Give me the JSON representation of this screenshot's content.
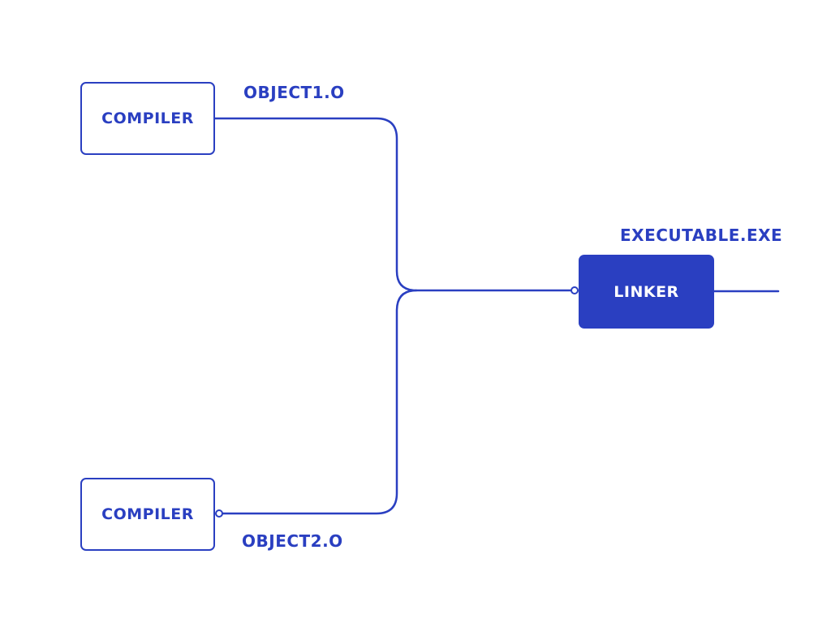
{
  "diagram": {
    "nodes": {
      "compiler_1": "COMPILER",
      "compiler_2": "COMPILER",
      "linker": "LINKER"
    },
    "edge_labels": {
      "object1": "OBJECT1.O",
      "object2": "OBJECT2.O",
      "executable": "EXECUTABLE.EXE"
    },
    "colors": {
      "accent": "#2a3fc1",
      "background": "#ffffff",
      "linker_text": "#ffffff"
    }
  }
}
